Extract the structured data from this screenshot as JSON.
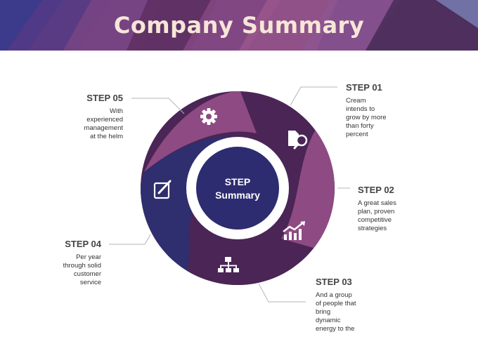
{
  "header": {
    "title": "Company Summary"
  },
  "center": {
    "line1": "STEP",
    "line2": "Summary"
  },
  "steps": [
    {
      "title": "STEP 01",
      "desc": [
        "Cream",
        "intends to",
        "grow by more",
        "than forty",
        "percent"
      ],
      "icon": "search-document-icon"
    },
    {
      "title": "STEP 02",
      "desc": [
        "A great sales",
        "plan, proven",
        "competitive",
        "strategies"
      ],
      "icon": "growth-chart-icon"
    },
    {
      "title": "STEP 03",
      "desc": [
        "And a group",
        "of people that",
        "bring",
        "dynamic",
        "energy to the"
      ],
      "icon": "org-chart-icon"
    },
    {
      "title": "STEP 04",
      "desc": [
        "Per year",
        "through solid",
        "customer",
        "service"
      ],
      "icon": "edit-note-icon"
    },
    {
      "title": "STEP 05",
      "desc": [
        "With",
        "experienced",
        "management",
        "at the helm"
      ],
      "icon": "gear-icon"
    }
  ],
  "colors": {
    "dark_purple": "#4a2556",
    "mid_purple": "#8e4a82",
    "navy": "#2f2e6e",
    "center": "#2d2c70"
  }
}
